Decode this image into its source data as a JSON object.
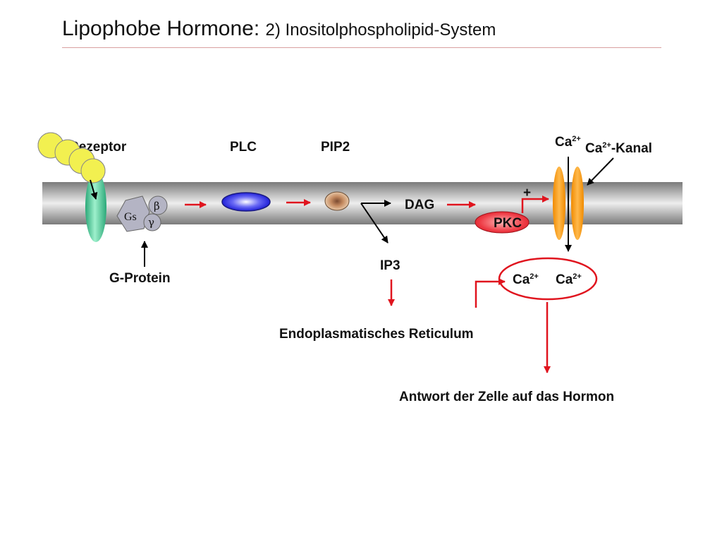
{
  "title": {
    "main": "Lipophobe Hormone:",
    "sub": "2) Inositolphospholipid-System"
  },
  "labels": {
    "receptor": "Rezeptor",
    "plc": "PLC",
    "pip2": "PIP2",
    "ca_top_base": "Ca",
    "ca_top_sup": "2+",
    "kanal_base": "Ca",
    "kanal_sup": "2+",
    "kanal_suffix": "-Kanal",
    "dag": "DAG",
    "pkc": "PKC",
    "plus": "+",
    "ip3": "IP3",
    "g_protein": "G-Protein",
    "gs": "Gs",
    "beta": "β",
    "gamma": "γ",
    "ca_left_base": "Ca",
    "ca_left_sup": "2+",
    "ca_right_base": "Ca",
    "ca_right_sup": "2+",
    "er": "Endoplasmatisches Reticulum",
    "antwort": "Antwort der Zelle auf das Hormon"
  },
  "colors": {
    "membrane_edge": "#8c8c8c",
    "membrane_mid": "#e8e8e8",
    "receptor": "#3fbf8c",
    "hormone": "#f2f050",
    "plc": "#3a3af0",
    "pip2": "#c98a5c",
    "pkc": "#e8303a",
    "channel": "#f59a12",
    "arrow_red": "#e0141e",
    "gprotein": "#b4b4c4"
  }
}
